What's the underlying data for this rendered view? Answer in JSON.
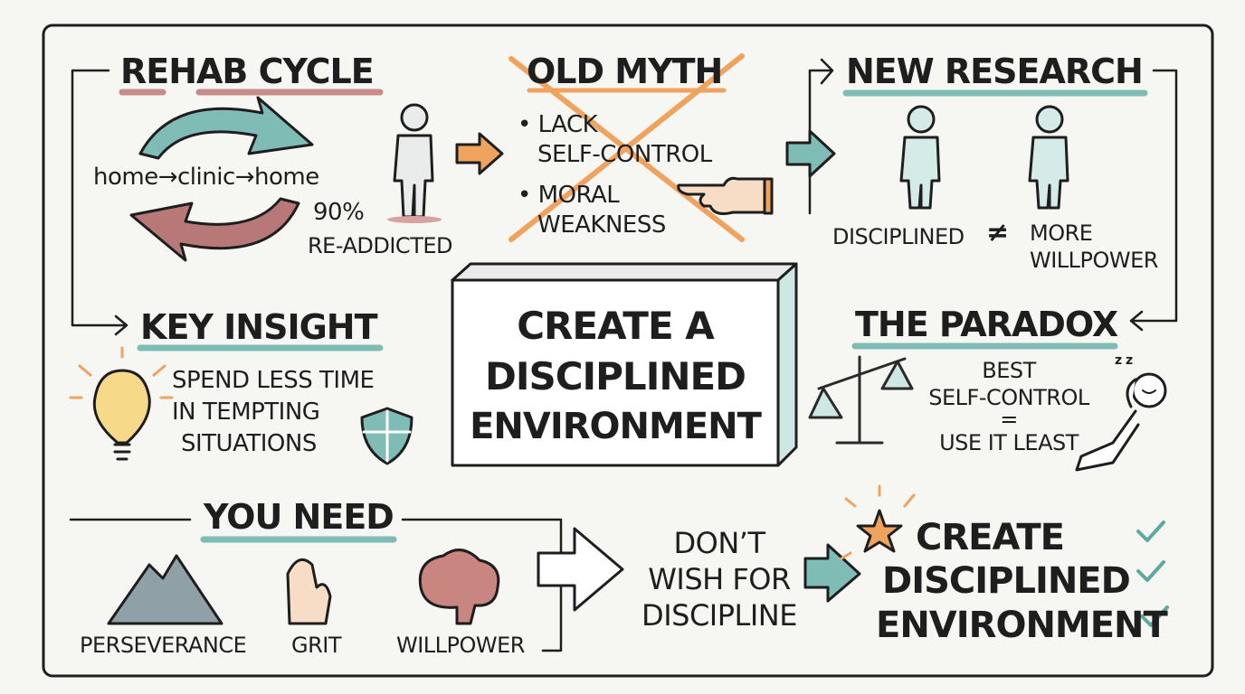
{
  "colors": {
    "ink": "#1e1e1e",
    "teal": "#6fb5ae",
    "maroon": "#b36f6f",
    "orange": "#f0a35e",
    "paper": "#f6f6f3"
  },
  "rehab": {
    "title": "REHAB CYCLE",
    "flow": "home→clinic→home",
    "stat": "90%",
    "stat_label": "RE-ADDICTED"
  },
  "myth": {
    "title": "OLD MYTH",
    "bullets": [
      {
        "l1": "LACK",
        "l2": "SELF-CONTROL"
      },
      {
        "l1": "MORAL",
        "l2": "WEAKNESS"
      }
    ]
  },
  "research": {
    "title": "NEW RESEARCH",
    "left": "DISCIPLINED",
    "neq": "≠",
    "right1": "MORE",
    "right2": "WILLPOWER"
  },
  "center": {
    "l1": "CREATE A",
    "l2": "DISCIPLINED",
    "l3": "ENVIRONMENT"
  },
  "insight": {
    "title": "KEY INSIGHT",
    "l1": "SPEND LESS TIME",
    "l2": "IN TEMPTING",
    "l3": "SITUATIONS"
  },
  "paradox": {
    "title": "THE PARADOX",
    "l1": "BEST",
    "l2": "SELF-CONTROL",
    "eq": "=",
    "l3": "USE IT LEAST",
    "zz": "z z"
  },
  "need": {
    "title": "YOU NEED",
    "items": [
      "PERSEVERANCE",
      "GRIT",
      "WILLPOWER"
    ]
  },
  "dont": {
    "l1": "DON’T",
    "l2": "WISH FOR",
    "l3": "DISCIPLINE"
  },
  "final": {
    "l1": "CREATE",
    "l2": "DISCIPLINED",
    "l3": "ENVIRONMENT"
  }
}
